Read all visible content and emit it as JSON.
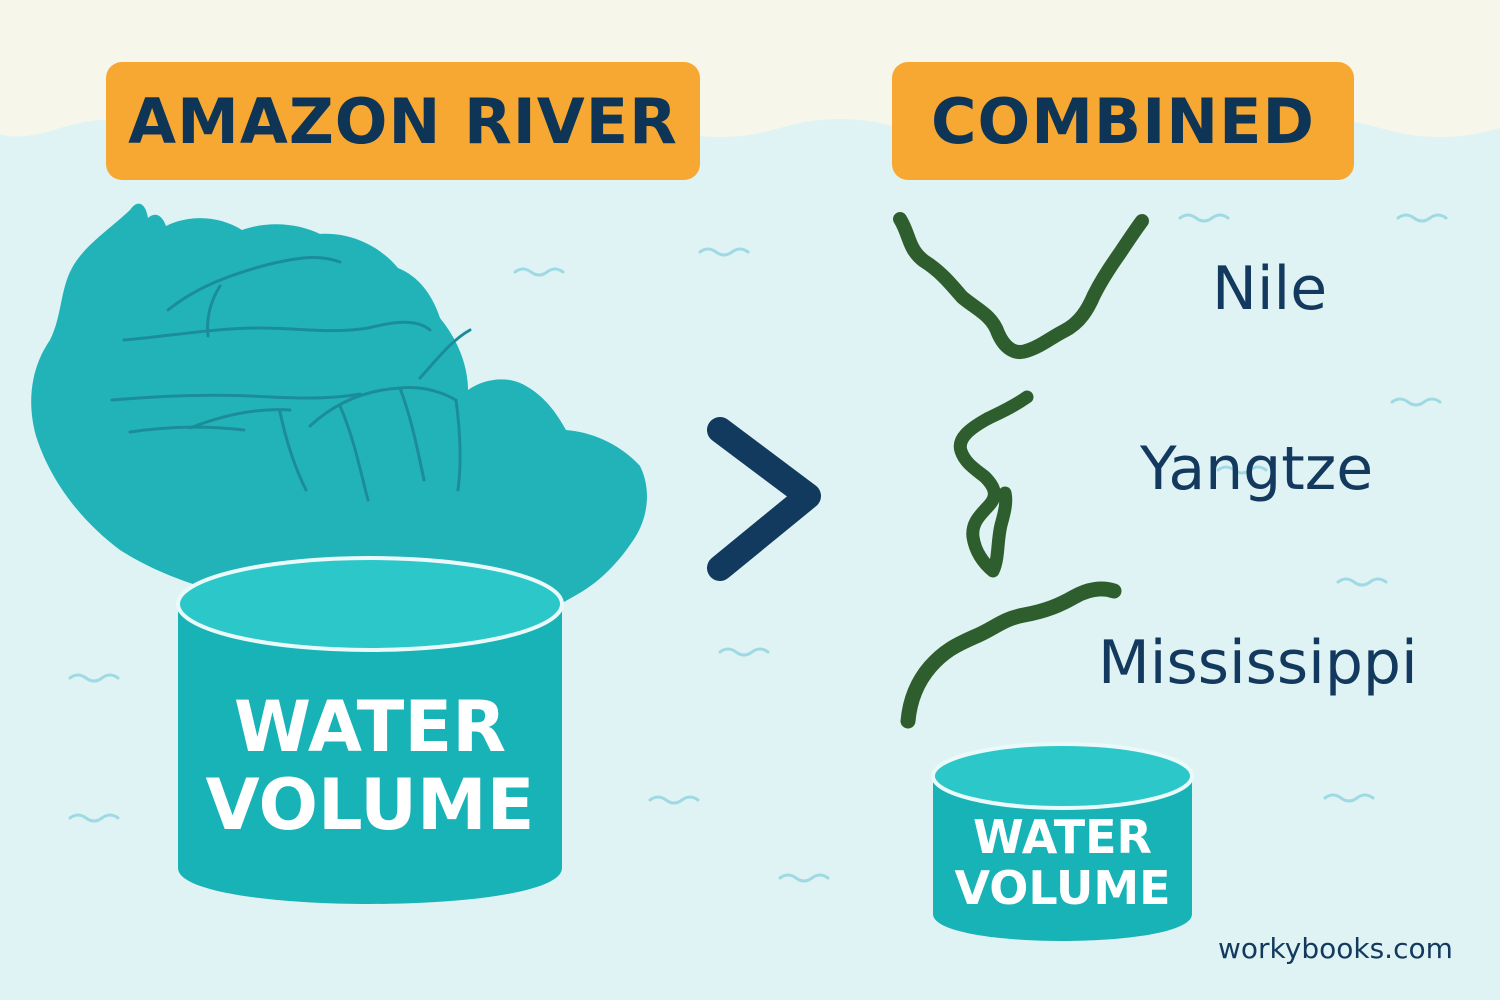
{
  "left": {
    "header": "AMAZON RIVER",
    "drum": {
      "line1": "WATER",
      "line2": "VOLUME"
    }
  },
  "comparison_icon": "greater-than-icon",
  "right": {
    "header": "COMBINED",
    "rivers": [
      {
        "name": "Nile",
        "icon": "river-icon"
      },
      {
        "name": "Yangtze",
        "icon": "river-icon"
      },
      {
        "name": "Mississippi",
        "icon": "river-icon"
      }
    ],
    "drum": {
      "line1": "WATER",
      "line2": "VOLUME"
    }
  },
  "credit": "workybooks.com",
  "colors": {
    "background": "#dff3f4",
    "top_band": "#f7f6ea",
    "header_box": "#f7a833",
    "header_text": "#0f3556",
    "teal": "#1fb3b7",
    "river_green": "#2f5e2e",
    "text_navy": "#133a5e"
  }
}
